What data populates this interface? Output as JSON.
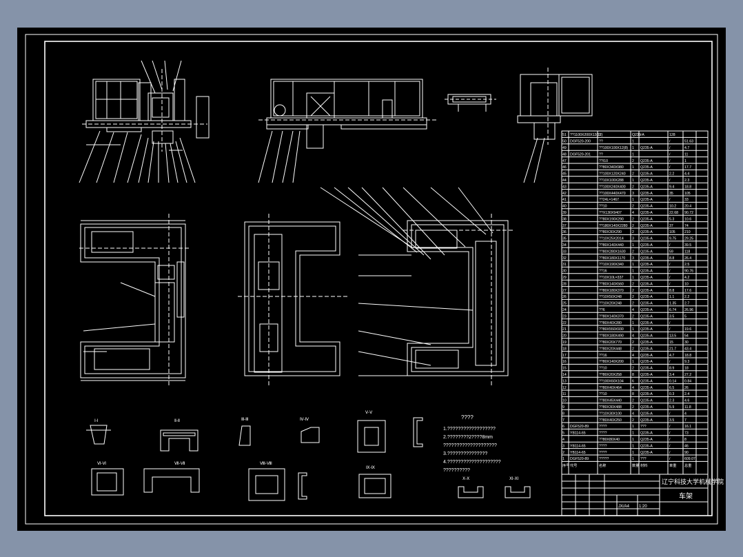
{
  "colors": {
    "background": "#8593a9",
    "canvas": "#000000",
    "line": "#ffffff"
  },
  "title_block": {
    "institution": "辽宁科技大学机械学院",
    "drawing_name": "车架",
    "scale": "1:20",
    "sheet_code": "JX/A4"
  },
  "notes": {
    "title": "????",
    "lines": [
      "1.??????????????????",
      "2.????????2????8mm",
      "????????????????????",
      "3.???????????????",
      "4.????????????????????",
      "??????????"
    ]
  },
  "section_labels": [
    "Ⅰ-Ⅰ",
    "Ⅱ-Ⅱ",
    "Ⅲ-Ⅲ",
    "Ⅳ-Ⅳ",
    "Ⅴ-Ⅴ",
    "Ⅵ-Ⅵ",
    "Ⅶ-Ⅶ",
    "Ⅷ-Ⅷ",
    "Ⅸ-Ⅸ",
    "Ⅹ-Ⅹ",
    "Ⅺ-Ⅺ"
  ],
  "bom_footer": [
    "序号",
    "代号",
    "名称",
    "数量",
    "材料",
    "单重",
    "总重"
  ],
  "bom": [
    [
      "51",
      "??1100X200X12(12)",
      "1",
      "Q235-A",
      "/",
      "128"
    ],
    [
      "50",
      "DGF520-200",
      "??",
      "1",
      "",
      "/",
      "51.63"
    ],
    [
      "49",
      "",
      "??100X100X12(8)",
      "1",
      "Q235-A",
      "/",
      "4.7"
    ],
    [
      "48",
      "DGF520-201",
      "??",
      "1",
      "",
      "/",
      "11"
    ],
    [
      "47",
      "",
      "??I10",
      "2",
      "Q235-A",
      "/",
      "1"
    ],
    [
      "46",
      "",
      "??80X340X980",
      "1",
      "Q235-A",
      "/",
      "17.7"
    ],
    [
      "45",
      "",
      "??100X120X240",
      "2",
      "Q235-A",
      "2.2",
      "4.4"
    ],
    [
      "44",
      "",
      "??10X100X288",
      "1",
      "Q235-A",
      "/",
      "2.3"
    ],
    [
      "43",
      "",
      "??100X240X400",
      "2",
      "Q235-A",
      "9.4",
      "18.8"
    ],
    [
      "42",
      "",
      "??100X440X470",
      "3",
      "Q235-A",
      "35",
      "105"
    ],
    [
      "41",
      "",
      "??24L=1467",
      "1",
      "Q235-A",
      "/",
      "33"
    ],
    [
      "40",
      "",
      "??10",
      "2",
      "Q235-A",
      "10.2",
      "20.4"
    ],
    [
      "39",
      "",
      "??X130X9407",
      "4",
      "Q235-A",
      "22.68",
      "90.72"
    ],
    [
      "38",
      "",
      "??80X190X290",
      "2",
      "Q235-A",
      "5.3",
      "10.6"
    ],
    [
      "37",
      "",
      "??180X140X2280",
      "2",
      "Q235-A",
      "37",
      "74"
    ],
    [
      "36",
      "",
      "??80X30X290",
      "2",
      "Q235-A",
      "105",
      "210"
    ],
    [
      "35",
      "",
      "??10X25X2014",
      "3",
      "Q235-A",
      "9.75",
      "29.25"
    ],
    [
      "34",
      "",
      "??80X140X440",
      "1",
      "Q235-A",
      "/",
      "39.5"
    ],
    [
      "33",
      "",
      "??80X280X1630",
      "2",
      "Q235-A",
      "59",
      "118"
    ],
    [
      "32",
      "",
      "??80X180X1170",
      "3",
      "Q235-A",
      "8.8",
      "26.4"
    ],
    [
      "31",
      "",
      "??10X190X340",
      "1",
      "Q235-A",
      "/",
      "2.5"
    ],
    [
      "30",
      "",
      "??16",
      "1",
      "Q235-A",
      "/",
      "90.76"
    ],
    [
      "29",
      "",
      "??10X10L=337",
      "1",
      "Q235-A",
      "/",
      "4.2"
    ],
    [
      "28",
      "",
      "??80X140X560",
      "2",
      "Q235-A",
      "/",
      "10"
    ],
    [
      "27",
      "",
      "??80X180X370",
      "2",
      "Q235-A",
      "8.8",
      "17.6"
    ],
    [
      "26",
      "",
      "??10X50X248",
      "2",
      "Q235-A",
      "1.1",
      "2.2"
    ],
    [
      "25",
      "",
      "??10X20X248",
      "2",
      "Q235-A",
      "1.35",
      "2.7"
    ],
    [
      "24",
      "",
      "??6",
      "4",
      "Q235-A",
      "6.74",
      "26.96"
    ],
    [
      "23",
      "",
      "??80X140X370",
      "2",
      "Q235-A",
      "3.5",
      "5"
    ],
    [
      "22",
      "",
      "??80X40X280",
      "1",
      "Q235-A",
      "/",
      ""
    ],
    [
      "21",
      "",
      "??80X550X930",
      "1",
      "Q235-A",
      "/",
      "19.6"
    ],
    [
      "20",
      "",
      "??80X180X490",
      "4",
      "Q235-A",
      "13.5",
      "54"
    ],
    [
      "19",
      "",
      "??80X20X770",
      "2",
      "Q235-A",
      "15",
      "30"
    ],
    [
      "18",
      "",
      "??80X20X448",
      "2",
      "Q235-A",
      "21.7",
      "43.4"
    ],
    [
      "17",
      "",
      "??16",
      "4",
      "Q235-A",
      "4.7",
      "18.8"
    ],
    [
      "16",
      "",
      "??80X140X200",
      "1",
      "Q235-A",
      "/",
      "9.3"
    ],
    [
      "15",
      "",
      "??10",
      "2",
      "Q235-A",
      "8.9",
      "18"
    ],
    [
      "14",
      "",
      "??80X20X258",
      "8",
      "Q235-A",
      "3.4",
      "27.2"
    ],
    [
      "13",
      "",
      "??100X60X104",
      "6",
      "Q235-A",
      "0.14",
      "0.84"
    ],
    [
      "12",
      "",
      "??80X40X464",
      "4",
      "Q235-A",
      "6.5",
      "26"
    ],
    [
      "11",
      "",
      "??10",
      "8",
      "Q235-A",
      "0.3",
      "2.4"
    ],
    [
      "10",
      "",
      "??80X45X440",
      "2",
      "Q235-A",
      "2.3",
      "4.6"
    ],
    [
      "9",
      "",
      "??80X30X488",
      "2",
      "Q235-A",
      "5.9",
      "11.8"
    ],
    [
      "8",
      "",
      "??10X30X100",
      "4",
      "Q235-A",
      "/",
      "4"
    ],
    [
      "7",
      "",
      "??80X40X250",
      "2",
      "Q235-A",
      "3.5",
      "7"
    ],
    [
      "6",
      "DGF520-89",
      "????",
      "1",
      "???",
      "/",
      "16.1"
    ],
    [
      "5",
      "YB114-65",
      "????",
      "1",
      "Q235-A",
      "/",
      "73"
    ],
    [
      "4",
      "",
      "??80X80X40",
      "1",
      "Q235-A",
      "/",
      "8"
    ],
    [
      "3",
      "YB114-65",
      "????",
      "1",
      "Q235-A",
      "/",
      "46"
    ],
    [
      "2",
      "YB114-65",
      "????",
      "1",
      "Q235-A",
      "/",
      "90"
    ],
    [
      "1",
      "DGF520-89",
      "?????",
      "1",
      "???",
      "/",
      "609.07"
    ]
  ]
}
